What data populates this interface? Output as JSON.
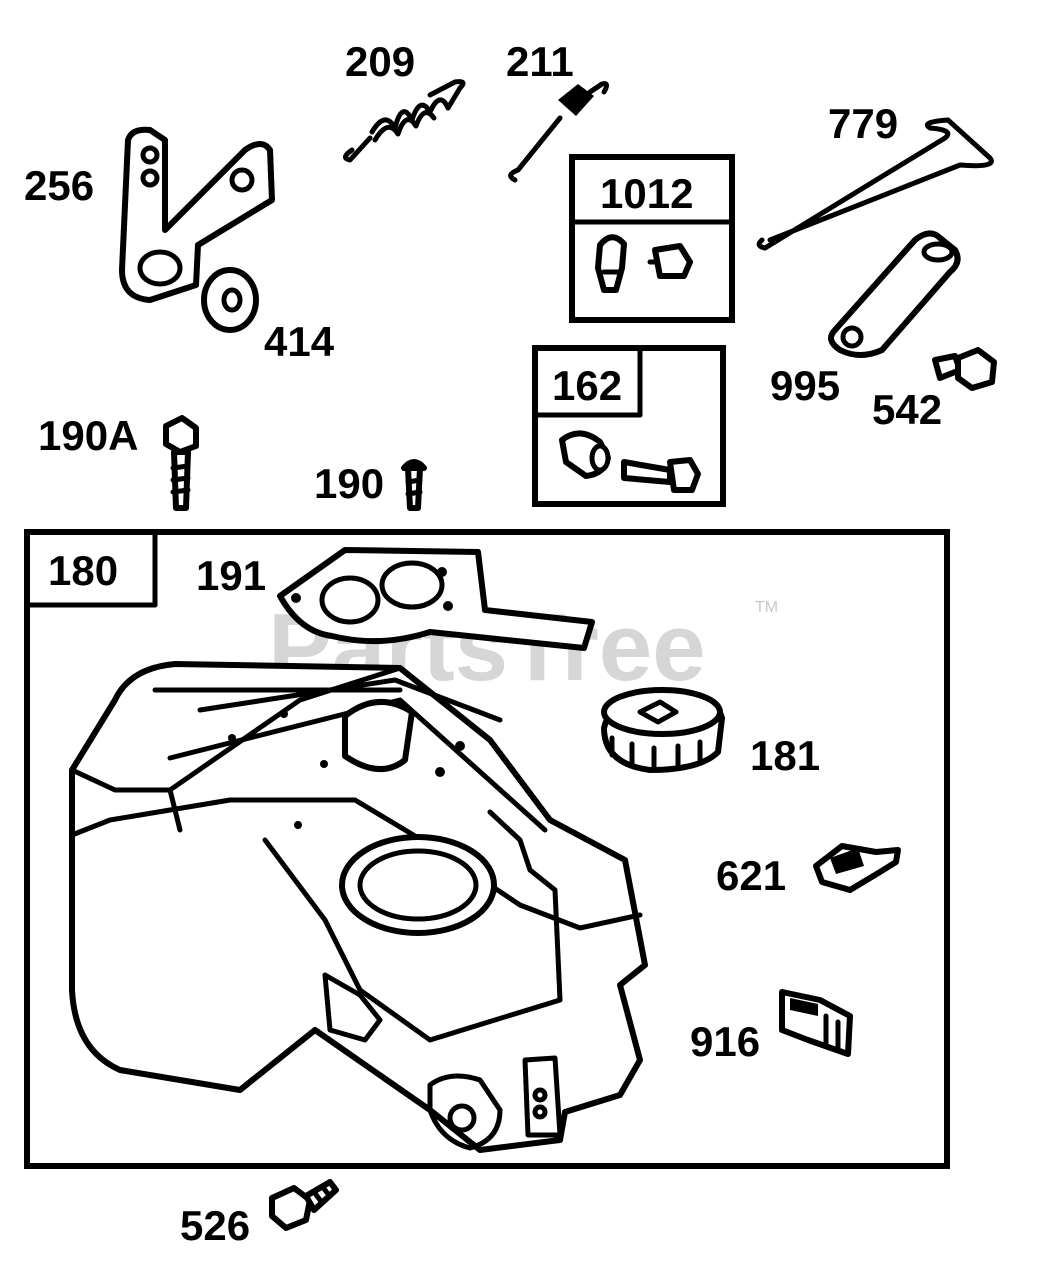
{
  "watermark": {
    "text": "PartsTree",
    "trademark": "TM"
  },
  "colors": {
    "line": "#000000",
    "background": "#ffffff",
    "watermark": "#d6d6d6"
  },
  "parts": {
    "p209": "209",
    "p211": "211",
    "p779": "779",
    "p256": "256",
    "p1012": "1012",
    "p414": "414",
    "p995": "995",
    "p542": "542",
    "p162": "162",
    "p190A": "190A",
    "p190": "190",
    "p180": "180",
    "p191": "191",
    "p181": "181",
    "p621": "621",
    "p916": "916",
    "p526": "526"
  }
}
